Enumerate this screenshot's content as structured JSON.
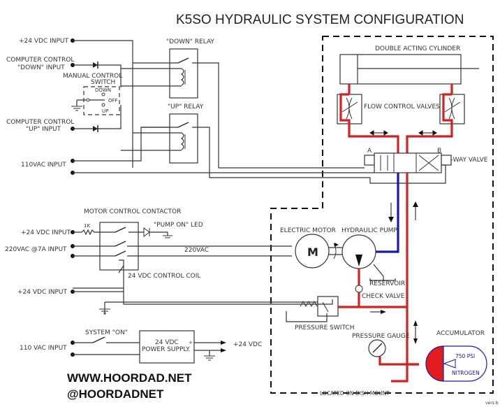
{
  "title": "K5SO HYDRAULIC SYSTEM CONFIGURATION",
  "inputs": {
    "vdc24_top": "+24 VDC INPUT",
    "computer_down_1": "COMPUTER CONTROL",
    "computer_down_2": "\"DOWN\" INPUT",
    "computer_up_1": "COMPUTER CONTROL",
    "computer_up_2": "\"UP\" INPUT",
    "vac110": "110VAC INPUT",
    "vdc24_contactor": "+24 VDC INPUT",
    "vac220": "220VAC @7A INPUT",
    "vdc24_coil": "+24 VDC INPUT",
    "vac110_ps": "110 VAC INPUT"
  },
  "manual_switch": {
    "label_1": "MANUAL CONTROL",
    "label_2": "SWITCH",
    "pos_down": "DOWN",
    "pos_off": "OFF",
    "pos_up": "UP"
  },
  "relays": {
    "down": "\"DOWN\" RELAY",
    "up": "\"UP\" RELAY"
  },
  "contactor": {
    "label": "MOTOR CONTROL CONTACTOR",
    "resistor": "1K",
    "led": "\"PUMP ON\" LED",
    "line_voltage": "220VAC",
    "coil": "24 VDC CONTROL COIL"
  },
  "power_supply": {
    "switch": "SYSTEM \"ON\"",
    "label_1": "24 VDC",
    "label_2": "POWER SUPPLY",
    "plus": "+",
    "minus": "-",
    "output": "+24 VDC"
  },
  "hydraulics": {
    "cylinder": "DOUBLE ACTING CYLINDER",
    "flow_valves": "FLOW CONTROL VALVES",
    "valve_a": "A",
    "valve_b": "B",
    "four_way": "4-WAY VALVE",
    "motor": "ELECTRIC MOTOR",
    "motor_symbol": "M",
    "pump": "HYDRAULIC PUMP",
    "reservoir": "RESERVOIR",
    "check_valve": "CHECK VALVE",
    "pressure_switch": "PRESSURE SWITCH",
    "pressure_gauge": "PRESSURE GAUGE",
    "accumulator": "ACCUMULATOR",
    "acc_pressure": "750 PSI",
    "acc_gas": "NITROGEN",
    "mount": "LOCATED ON DISH MOUNT"
  },
  "colors": {
    "pressure_line": "#d42020",
    "return_line": "#1a1aa8"
  },
  "watermark": {
    "site": "WWW.HOORDAD.NET",
    "handle": "@HOORDADNET"
  },
  "version": "vers b"
}
